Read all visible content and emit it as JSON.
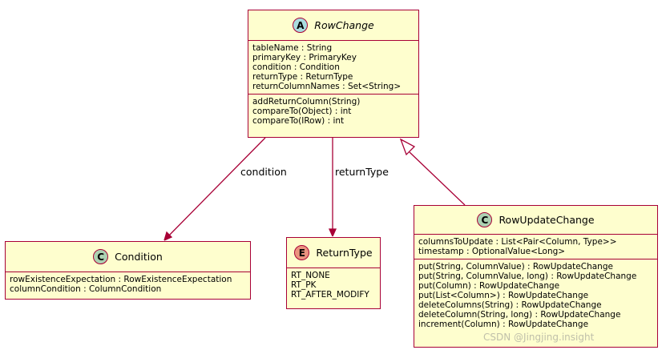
{
  "classes": {
    "rowchange": {
      "stereotype": "A",
      "badge_color": "#A9DCDF",
      "name": "RowChange",
      "fields": [
        "tableName : String",
        "primaryKey : PrimaryKey",
        "condition : Condition",
        "returnType : ReturnType",
        "returnColumnNames : Set<String>"
      ],
      "methods": [
        "addReturnColumn(String)",
        "compareTo(Object) : int",
        "compareTo(IRow) : int"
      ]
    },
    "condition": {
      "stereotype": "C",
      "badge_color": "#ADD1B2",
      "name": "Condition",
      "fields": [
        "rowExistenceExpectation : RowExistenceExpectation",
        "columnCondition : ColumnCondition"
      ]
    },
    "returntype": {
      "stereotype": "E",
      "badge_color": "#EB937F",
      "name": "ReturnType",
      "fields": [
        "RT_NONE",
        "RT_PK",
        "RT_AFTER_MODIFY"
      ]
    },
    "rowupdatechange": {
      "stereotype": "C",
      "badge_color": "#ADD1B2",
      "name": "RowUpdateChange",
      "fields": [
        "columnsToUpdate : List<Pair<Column, Type>>",
        "timestamp : OptionalValue<Long>"
      ],
      "methods": [
        "put(String, ColumnValue) : RowUpdateChange",
        "put(String, ColumnValue, long) : RowUpdateChange",
        "put(Column) : RowUpdateChange",
        "put(List<Column>) : RowUpdateChange",
        "deleteColumns(String) : RowUpdateChange",
        "deleteColumn(String, long) : RowUpdateChange",
        "increment(Column) : RowUpdateChange"
      ]
    }
  },
  "edges": {
    "condition_label": "condition",
    "returntype_label": "returnType"
  },
  "colors": {
    "border": "#A80036",
    "fill": "#FEFECE"
  },
  "watermark": "CSDN @Jingjing.insight"
}
